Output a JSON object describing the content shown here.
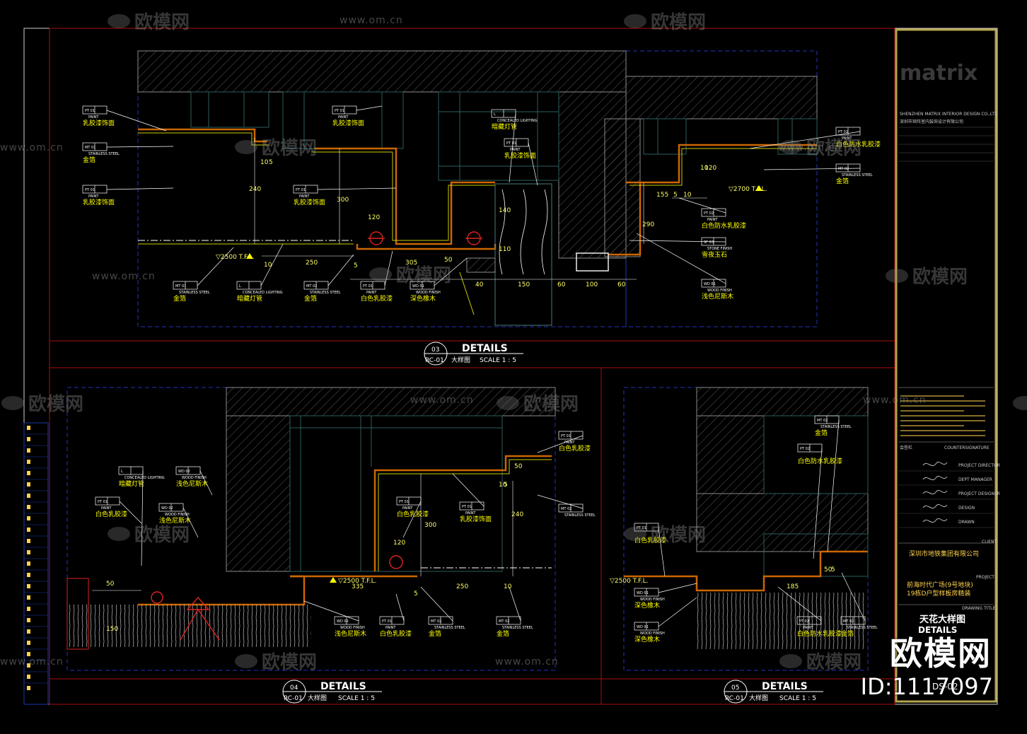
{
  "watermark": {
    "brand": "欧模网",
    "url": "www.om.cn",
    "id": "ID:1117097"
  },
  "company": {
    "logo": "matrix",
    "name_en": "SHENZHEN MATRIX INTERIOR DESIGN CO.,LTD",
    "name_cn": "深圳市矩阵室内装饰设计有限公司"
  },
  "title_block": {
    "countersign_cn": "会签栏",
    "countersign_en": "COUNTERSIGNATURE",
    "roles": [
      "PROJECT DIRECTOR",
      "DEPT MANAGER",
      "PROJECT DESIGNER",
      "DESIGN",
      "DRAWN"
    ],
    "client_label": "CLIENT",
    "client": "深圳市地铁集团有限公司",
    "project_label": "PROJECT",
    "project_line1": "前海时代广场(9号地块)",
    "project_line2": "19栋D户型样板房精装",
    "drawing_title_label": "DRAWING TITLE",
    "drawing_title_cn": "天花大样图",
    "drawing_title_en": "DETAILS",
    "sheet_no": "DS-02"
  },
  "details": [
    {
      "num": "03",
      "ref": "RC-01",
      "title": "DETAILS",
      "title_cn": "大样图",
      "scale": "SCALE 1 : 5"
    },
    {
      "num": "04",
      "ref": "RC-01",
      "title": "DETAILS",
      "title_cn": "大样图",
      "scale": "SCALE 1 : 5"
    },
    {
      "num": "05",
      "ref": "RC-01",
      "title": "DETAILS",
      "title_cn": "大样图",
      "scale": "SCALE 1 : 5"
    }
  ],
  "labels03": [
    {
      "code": "PT 01",
      "en": "PAINT",
      "cn": "乳胶漆饰面"
    },
    {
      "code": "MT 01",
      "en": "STAINLESS STEEL",
      "cn": "金箔"
    },
    {
      "code": "PT 01",
      "en": "PAINT",
      "cn": "乳胶漆饰面"
    },
    {
      "code": "PT 01",
      "en": "PAINT",
      "cn": "乳胶漆饰面"
    },
    {
      "code": "PT 01",
      "en": "PAINT",
      "cn": "乳胶漆饰面"
    },
    {
      "code": "L",
      "en": "CONCEALED LIGHTING",
      "cn": "暗藏灯管"
    },
    {
      "code": "PT 01",
      "en": "PAINT",
      "cn": "乳胶漆饰面"
    },
    {
      "code": "PT 02",
      "en": "PAINT",
      "cn": "白色防水乳胶漆"
    },
    {
      "code": "MT 02",
      "en": "STAINLESS STEEL",
      "cn": "金箔"
    },
    {
      "code": "PT 02",
      "en": "PAINT",
      "cn": "白色防水乳胶漆"
    },
    {
      "code": "SF 03",
      "en": "STONE FINISH",
      "cn": "雪夜玉石"
    },
    {
      "code": "WD 01",
      "en": "WOOD FINISH",
      "cn": "浅色尼斯木"
    },
    {
      "code": "MT 01",
      "en": "STAINLESS STEEL",
      "cn": "金箔"
    },
    {
      "code": "L",
      "en": "CONCEALED LIGHTING",
      "cn": "暗藏灯管"
    },
    {
      "code": "MT 02",
      "en": "STAINLESS STEEL",
      "cn": "金箔"
    },
    {
      "code": "PT 01",
      "en": "PAINT",
      "cn": "白色乳胶漆"
    },
    {
      "code": "WD 01",
      "en": "WOOD FINISH",
      "cn": "深色橡木"
    }
  ],
  "labels04": [
    {
      "code": "L",
      "en": "CONCEALED LIGHTING",
      "cn": "暗藏灯管"
    },
    {
      "code": "WD 02",
      "en": "WOOD FINISH",
      "cn": "浅色尼斯木"
    },
    {
      "code": "PT 01",
      "en": "PAINT",
      "cn": "白色乳胶漆"
    },
    {
      "code": "WD 02",
      "en": "WOOD FINISH",
      "cn": "浅色尼斯木"
    },
    {
      "code": "PT 01",
      "en": "PAINT",
      "cn": "白色乳胶漆"
    },
    {
      "code": "PT 01",
      "en": "PAINT",
      "cn": "乳胶漆饰面"
    },
    {
      "code": "PT 01",
      "en": "PAINT",
      "cn": "白色乳胶漆"
    },
    {
      "code": "MT 02",
      "en": "STAINLESS STEEL",
      "cn": ""
    },
    {
      "code": "WD 02",
      "en": "WOOD FINISH",
      "cn": "浅色尼斯木"
    },
    {
      "code": "PT 01",
      "en": "PAINT",
      "cn": "白色乳胶漆"
    },
    {
      "code": "MT 02",
      "en": "STAINLESS STEEL",
      "cn": "金箔"
    },
    {
      "code": "MT 02",
      "en": "STAINLESS STEEL",
      "cn": "金箔"
    }
  ],
  "labels05": [
    {
      "code": "MT 02",
      "en": "STAINLESS STEEL",
      "cn": "金箔"
    },
    {
      "code": "PT 02",
      "en": "",
      "cn": "白色防水乳胶漆"
    },
    {
      "code": "PT 01",
      "en": "",
      "cn": "白色乳胶漆"
    },
    {
      "code": "WD 01",
      "en": "WOOD FINISH",
      "cn": "深色橡木"
    },
    {
      "code": "WD 01",
      "en": "WOOD FINISH",
      "cn": "深色橡木"
    },
    {
      "code": "PT 02",
      "en": "PAINT",
      "cn": "白色防水乳胶漆"
    },
    {
      "code": "MT 02",
      "en": "STAINLESS STEEL",
      "cn": "金箔"
    }
  ],
  "dims": {
    "d03": [
      "10",
      "5",
      "240",
      "120",
      "300",
      "5",
      "10",
      "250",
      "305",
      "50",
      "140",
      "110",
      "40",
      "150",
      "60",
      "100",
      "60",
      "155",
      "5",
      "10",
      "10",
      "120",
      "290",
      "▽2500 T.F.L.",
      "▽2700 T.F.L."
    ],
    "d04": [
      "50",
      "150",
      "10",
      "120",
      "300",
      "240",
      "335",
      "250",
      "5",
      "10",
      "5",
      "50",
      "▽2500 T.F.L."
    ],
    "d05": [
      "▽2500 T.F.L.",
      "185",
      "50",
      "5"
    ]
  }
}
